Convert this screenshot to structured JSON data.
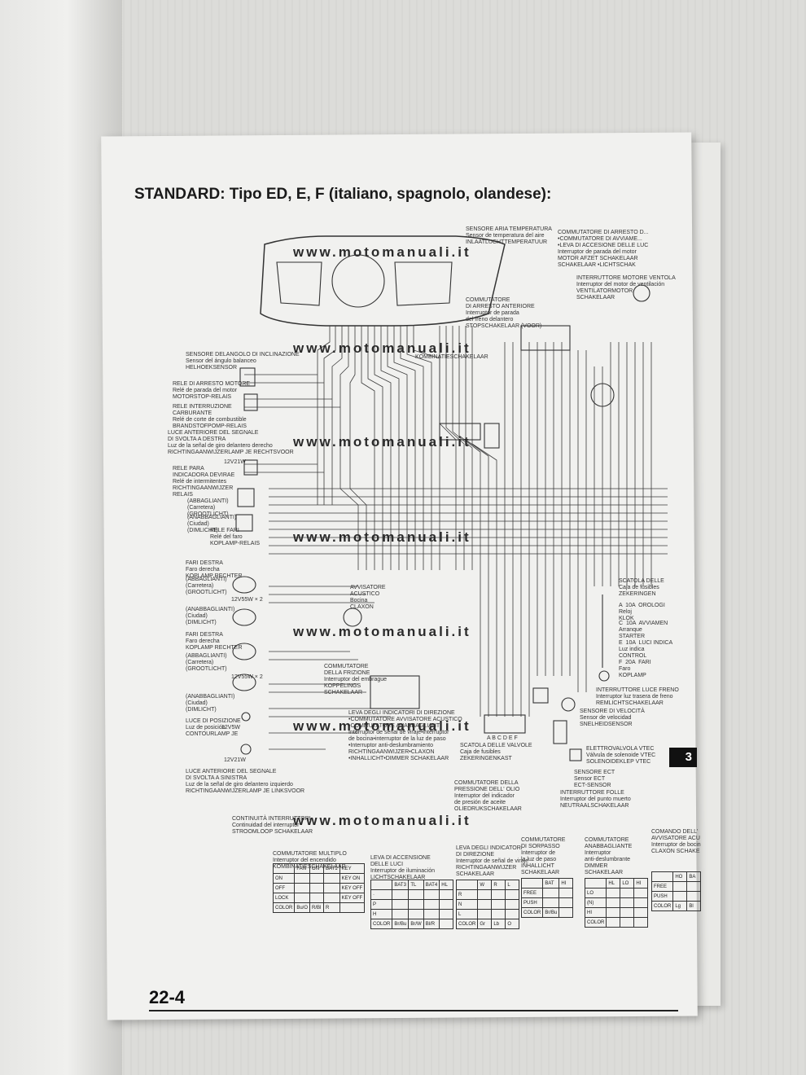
{
  "page": {
    "title": "STANDARD: Tipo ED, E, F (italiano, spagnolo, olandese):",
    "page_number": "22-4",
    "section_tab": "3",
    "watermark": "www.motomanuali.it"
  },
  "labels": {
    "air_temp": "SENSORE ARIA TEMPERATURA\nSensor de temperatura del aire\nINLAATLUCHTTEMPERATUUR",
    "engine_stop": "COMMUTATORE DI ARRESTO D...\n•COMMUTATORE DI AVVIAME...\n•LEVA DI ACCESIONE DELLE LUC\nInterruptor de parada del motor\nMOTOR AFZET SCHAKELAAR\nSCHAKELAAR •LICHTSCHAK",
    "fan_motor": "INTERRUTTORE MOTORE VENTOLA\nInterruptor del motor de ventilación\nVENTILATORMOTOR\nSCHAKELAAR",
    "front_stop": "COMMUTATORE\nDI ARRESTO ANTERIORE\nInterruptor de parada\ndel freno delantero\nSTOPSCHAKELAAR (VOOR)",
    "combi": "KOMBINATIESCHAKELAAR",
    "bank_angle": "SENSORE DELANGOLO DI INCLINAZIONE\nSensor del ángulo balanceo\nHELHOEKSENSOR",
    "engine_stop_relay": "RELE DI ARRESTO MOTORE\nRelé de parada del motor\nMOTORSTOP-RELAIS",
    "fuel_cut_relay": "RELE INTERRUZIONE\nCARBURANTE\nRelé de corte de combustible\nBRANDSTOFPOMP-RELAIS",
    "front_right_turn": "LUCE ANTERIORE DEL SEGNALE\nDI SVOLTA A DESTRA\nLuz de la señal de giro delantero derecho\nRICHTINGAANWIJZERLAMP JE RECHTSVOOR",
    "bulb_12v21w": "12V21W",
    "turn_relay": "RELE PARA\nINDICADORA DEVIRAE\nRelé de intermitentes\nRICHTINGAANWIJZER\nRELAIS",
    "high_beam": "(ABBAGLIANTI)\n(Carretera)\n(GROOTLICHT)",
    "low_beam": "(ANABBAGLIANTI)\n(Ciudad)\n(DIMLICHT)",
    "headlight_relay": "RELE FARI\nRelé del faro\nKOPLAMP-RELAIS",
    "headlight_right": "FARI DESTRA\nFaro derecha\nKOPLAMP RECHTER",
    "bulb_12v55w": "12V55W × 2",
    "horn": "AVVISATORE\nACUSTICO\nBocina\nCLAXON",
    "clutch_switch": "COMMUTATORE\nDELLA FRIZIONE\nInterruptor del embrague\nKOPPELINGS\nSCHAKELAAR",
    "position_light": "LUCE DI POSIZIONE\nLuz de posición\nCONTOURLAMP JE",
    "bulb_12v5w": "12V5W",
    "front_left_turn": "LUCE ANTERIORE DEL SEGNALE\nDI SVOLTA A SINISTRA\nLuz de la señal de giro delantero izquierdo\nRICHTINGAANWIJZERLAMP JE LINKSVOOR",
    "turn_lever": "LEVA DEGLI INDICATORI DI DIREZIONE\n•COMMUTATORE AVVISATORE ACUSTICO\n•COMMUTATORE ANABBAGLIANTI\nInterruptor de señal de viraje•interruptor\nde bocina•interruptor de la luz de paso\n•Interruptor anti-deslumbramiento\nRICHTINGAANWIJZER•CLAXON\n•INHALLICHT•DIMMER SCHAKELAAR",
    "fuse_box": "SCATOLA DELLE VALVOLE\nCaja de fusibles\nZEKERINGENKAST",
    "oil_pressure": "COMMUTATORE DELLA\nPRESSIONE DELL' OLIO\nInterruptor del indicador\nde presión de aceite\nOLIEDRUKSCHAKELAAR",
    "neutral": "INTERRUTTORE FOLLE\nInterruptor del punto muerto\nNEUTRAALSCHAKELAAR",
    "ect": "SENSORE ECT\nSensor ECT\nECT-SENSOR",
    "vtec": "ELETTROVALVOLA VTEC\nVálvula de solenoide VTEC\nSOLENOIDEKLEP VTEC",
    "speed": "SENSORE DI VELOCITÀ\nSensor de velocidad\nSNELHEIDSENSOR",
    "rear_brake": "INTERRUTTORE LUCE FRENO\nInterruptor luz trasera de freno\nREMLICHTSCHAKELAAR",
    "fuse_box_r": "SCATOLA DELLE\nCaja de fusibles\nZEKERINGEN",
    "fuse_a": "A  10A  OROLOGI\nReloj\nKLOK",
    "fuse_c": "C  10A  AVVIAMEN\nArranque\nSTARTER",
    "fuse_e": "E  10A  LUCI INDICA\nLuz indica\nCONTROL",
    "fuse_f": "F  20A  FARI\nFaro\nKOPLAMP",
    "fuse_letters": "A B C D E  F",
    "continuity": "CONTINUITÀ INTERRUTTORI\nContinuidad del interruptor\nSTROOMLOOP SCHAKELAAR"
  },
  "switch_tables": [
    {
      "title": "COMMUTATORE MULTIPLO\nInterruptor del encendido\nKOMBINATIESCHAKELAAR",
      "rows": [
        [
          "",
          "FAN",
          "ON",
          "BAT1",
          "KEY"
        ],
        [
          "ON",
          "",
          "",
          "",
          "KEY ON"
        ],
        [
          "OFF",
          "",
          "",
          "",
          "KEY OFF"
        ],
        [
          "LOCK",
          "",
          "",
          "",
          "KEY OFF"
        ],
        [
          "COLOR",
          "Bu/O",
          "R/Bl",
          "R",
          ""
        ]
      ]
    },
    {
      "title": "LEVA DI ACCENSIONE\nDELLE LUCI\nInterruptor de iluminación\nLICHTSCHAKELAAR",
      "rows": [
        [
          "",
          "BAT3",
          "TL",
          "BAT4",
          "HL"
        ],
        [
          "·",
          "",
          "",
          "",
          ""
        ],
        [
          "P",
          "",
          "",
          "",
          ""
        ],
        [
          "H",
          "",
          "",
          "",
          ""
        ],
        [
          "COLOR",
          "Br/Bu",
          "Br/W",
          "Bl/R",
          ""
        ]
      ]
    },
    {
      "title": "LEVA DEGLI INDICATORI\nDI DIREZIONE\nInterruptor de señal de viraje\nRICHTINGAANWIJZER\nSCHAKELAAR",
      "rows": [
        [
          "",
          "W",
          "R",
          "L"
        ],
        [
          "R",
          "",
          "",
          ""
        ],
        [
          "N",
          "",
          "",
          ""
        ],
        [
          "L",
          "",
          "",
          ""
        ],
        [
          "COLOR",
          "Gr",
          "Lb",
          "O"
        ]
      ]
    },
    {
      "title": "COMMUTATORE\nDI SORPASSO\nInterruptor de\nla luz de paso\nINHALLICHT\nSCHAKELAAR",
      "rows": [
        [
          "",
          "BAT",
          "HI"
        ],
        [
          "FREE",
          "",
          ""
        ],
        [
          "PUSH",
          "",
          ""
        ],
        [
          "COLOR",
          "Br/Bu",
          ""
        ]
      ]
    },
    {
      "title": "COMMUTATORE\nANABBAGLIANTE\nInterruptor\nanti-deslumbrante\nDIMMER\nSCHAKELAAR",
      "rows": [
        [
          "",
          "HL",
          "LO",
          "HI"
        ],
        [
          "LO",
          "",
          "",
          ""
        ],
        [
          "(N)",
          "",
          "",
          ""
        ],
        [
          "HI",
          "",
          "",
          ""
        ],
        [
          "COLOR",
          "",
          "",
          ""
        ]
      ]
    },
    {
      "title": "COMANDO DELL'\nAVVISATORE ACU\nInterruptor de bocin\nCLAXON SCHAKE",
      "rows": [
        [
          "",
          "HO",
          "BA"
        ],
        [
          "FREE",
          "",
          ""
        ],
        [
          "PUSH",
          "",
          ""
        ],
        [
          "COLOR",
          "Lg",
          "Bl"
        ]
      ]
    }
  ],
  "colors": {
    "page": "#f1f1ef",
    "ink": "#2a2a2a",
    "tab": "#111111"
  }
}
